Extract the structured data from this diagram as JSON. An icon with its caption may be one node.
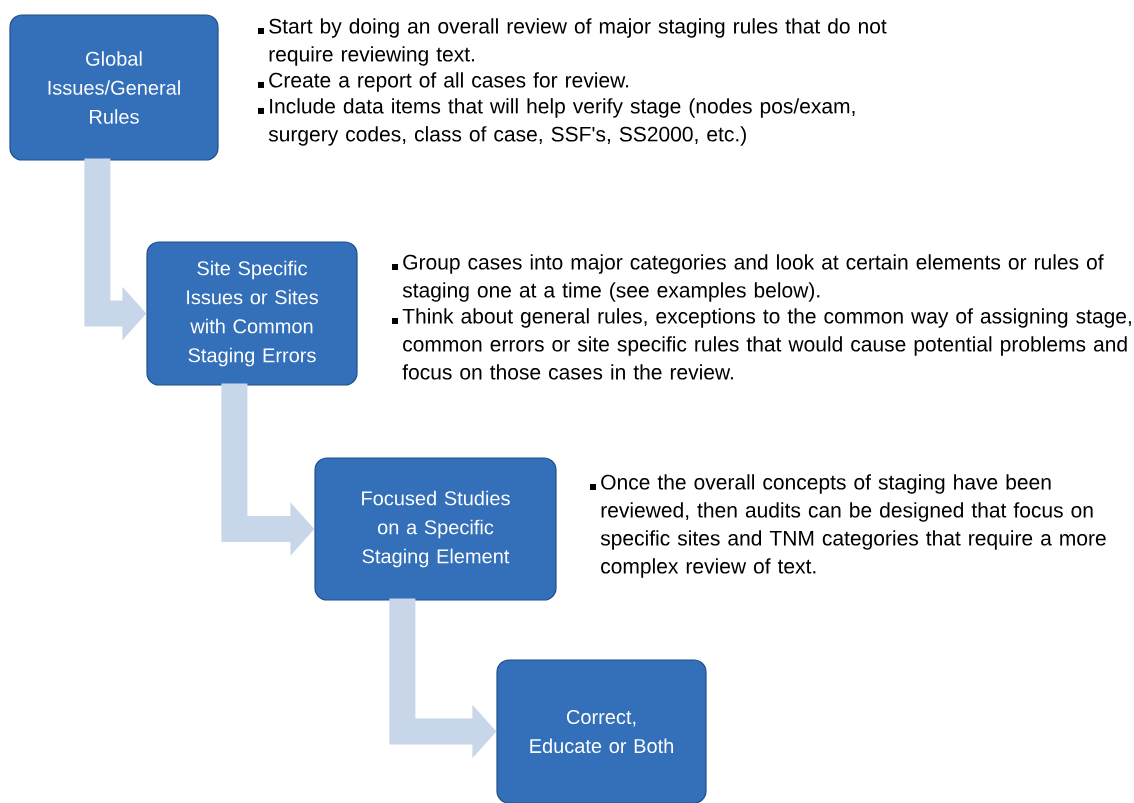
{
  "diagram": {
    "nodes": [
      {
        "text": [
          "Global Issues/General Rules"
        ],
        "beside": [
          "Start by doing an overall review of major staging rules that do not require reviewing text.",
          "Create a report of all cases for review.",
          "Include data items that will help verify stage (nodes pos/exam, surgery codes, class of case, SSF's, SS2000, etc.)"
        ]
      },
      {
        "text": [
          "Site Specific Issues or Sites with Common Staging Errors"
        ],
        "beside": [
          "Group cases into major categories and look at certain elements or rules of staging one at a time (see examples below).",
          "Think about general rules, exceptions to the common way of assigning stage, common errors or site specific rules that would cause potential problems and focus on those cases in the review."
        ]
      },
      {
        "text": [
          "Focused Studies on a Specific Staging Element"
        ],
        "beside": [
          "Once the overall concepts of staging have been reviewed, then audits can be designed that focus on specific sites and TNM categories that require a more complex review of text."
        ]
      },
      {
        "text": [
          "Correct, Educate or Both"
        ]
      }
    ],
    "edges": [
      {
        "from": 0,
        "to": 1,
        "arrow": "to"
      },
      {
        "from": 1,
        "to": 2,
        "arrow": "to"
      },
      {
        "from": 2,
        "to": 3,
        "arrow": "to"
      }
    ]
  }
}
